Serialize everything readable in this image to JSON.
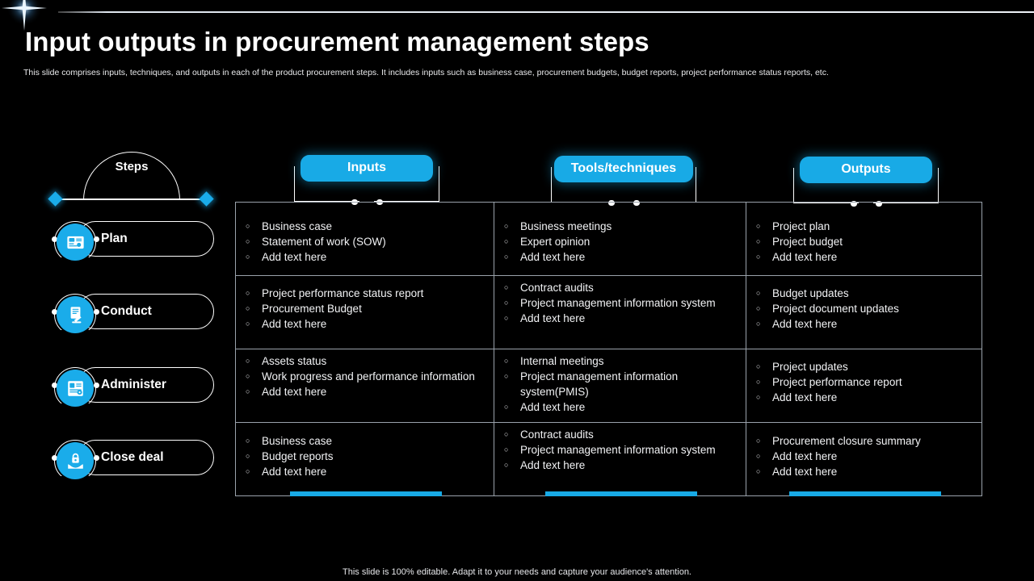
{
  "slide": {
    "title": "Input outputs in procurement management steps",
    "subtitle": "This slide comprises inputs, techniques, and outputs in each of the product procurement steps. It includes inputs such as business case, procurement budgets, budget reports, project performance status reports, etc.",
    "footer": "This slide is 100% editable.  Adapt it to your needs and capture your audience's attention.",
    "accent_color": "#18aae6",
    "background_color": "#000000",
    "border_color": "#9aa2ab"
  },
  "steps_panel": {
    "label": "Steps",
    "items": [
      {
        "label": "Plan",
        "icon": "plan-chart-icon"
      },
      {
        "label": "Conduct",
        "icon": "contract-gavel-icon"
      },
      {
        "label": "Administer",
        "icon": "document-settings-icon"
      },
      {
        "label": "Close deal",
        "icon": "handshake-lock-icon"
      }
    ]
  },
  "columns": [
    {
      "label": "Inputs"
    },
    {
      "label": "Tools/techniques"
    },
    {
      "label": "Outputs"
    }
  ],
  "rows": [
    {
      "inputs": [
        "Business case",
        "Statement of work (SOW)",
        "Add text here"
      ],
      "tools": [
        "Business meetings",
        "Expert opinion",
        "Add text here"
      ],
      "outputs": [
        "Project plan",
        "Project budget",
        "Add text here"
      ]
    },
    {
      "inputs": [
        "Project performance status report",
        "Procurement  Budget",
        "Add text here"
      ],
      "tools": [
        "Contract audits",
        "Project management information system",
        "Add text here"
      ],
      "outputs": [
        "Budget updates",
        "Project document  updates",
        "Add text here"
      ]
    },
    {
      "inputs": [
        "Assets status",
        "Work progress and performance information",
        "Add text here"
      ],
      "tools": [
        "Internal  meetings",
        "Project management  information system(PMIS)",
        "Add text here"
      ],
      "outputs": [
        "Project updates",
        "Project performance report",
        "Add text here"
      ]
    },
    {
      "inputs": [
        "Business case",
        "Budget reports",
        "Add text here"
      ],
      "tools": [
        "Contract audits",
        "Project management information system",
        "Add text here"
      ],
      "outputs": [
        "Procurement  closure summary",
        "Add text here",
        "Add text here"
      ]
    }
  ]
}
